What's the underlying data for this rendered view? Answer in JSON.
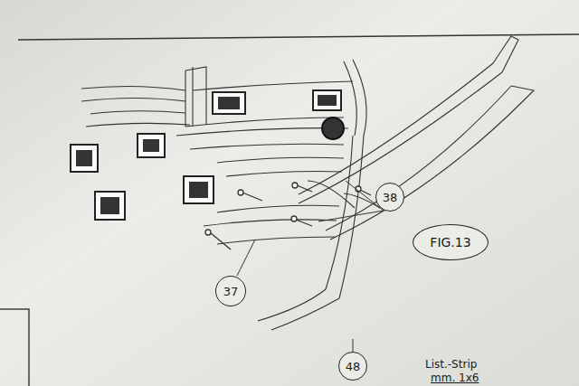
{
  "diagram": {
    "nodes": [
      {
        "text": [
          "38"
        ]
      },
      {
        "text": [
          "FIG.13"
        ]
      },
      {
        "text": [
          "37"
        ]
      },
      {
        "text": [
          "48"
        ]
      }
    ],
    "labels": [
      "List.-Strip",
      "mm. 1x6"
    ]
  }
}
